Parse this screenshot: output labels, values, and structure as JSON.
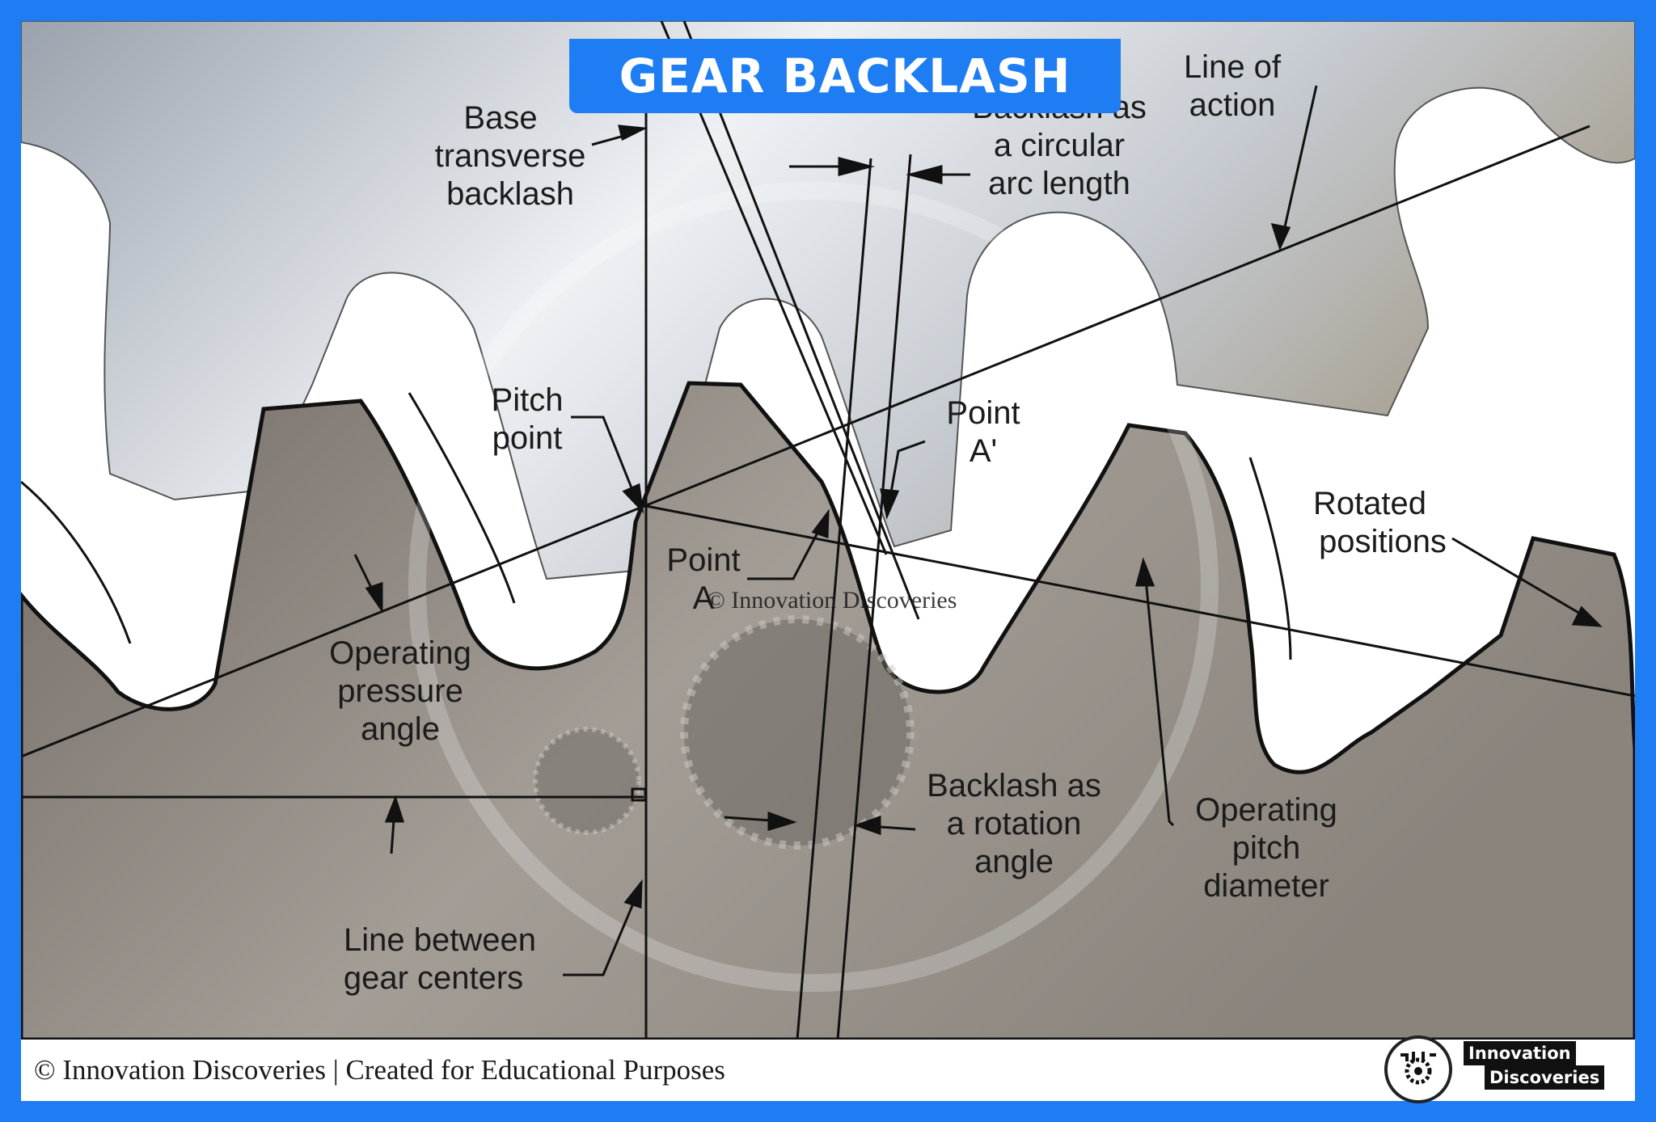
{
  "title": "GEAR BACKLASH",
  "labels": {
    "base_transverse": [
      "Base",
      "transverse",
      "backlash"
    ],
    "line_of_action": [
      "Line of",
      "action"
    ],
    "backlash_arc": [
      "Backlash as",
      "a circular",
      "arc length"
    ],
    "pitch_point": [
      "Pitch",
      "point"
    ],
    "point_a_prime": [
      "Point",
      "A'"
    ],
    "point_a": [
      "Point",
      "A"
    ],
    "rotated_positions": [
      "Rotated",
      "positions"
    ],
    "operating_pressure_angle": [
      "Operating",
      "pressure",
      "angle"
    ],
    "backlash_rotation": [
      "Backlash as",
      "a rotation",
      "angle"
    ],
    "operating_pitch_diameter": [
      "Operating",
      "pitch",
      "diameter"
    ],
    "line_between_centers": [
      "Line between",
      "gear centers"
    ]
  },
  "watermark": "© Innovation Discoveries",
  "footer": {
    "text": "© Innovation Discoveries  |  Created for Educational Purposes",
    "brand_line1": "Innovation",
    "brand_line2": "Discoveries"
  },
  "colors": {
    "frame": "#1e7df2",
    "upper_gear": "#b4bcc7",
    "lower_gear": "#8c8680"
  }
}
